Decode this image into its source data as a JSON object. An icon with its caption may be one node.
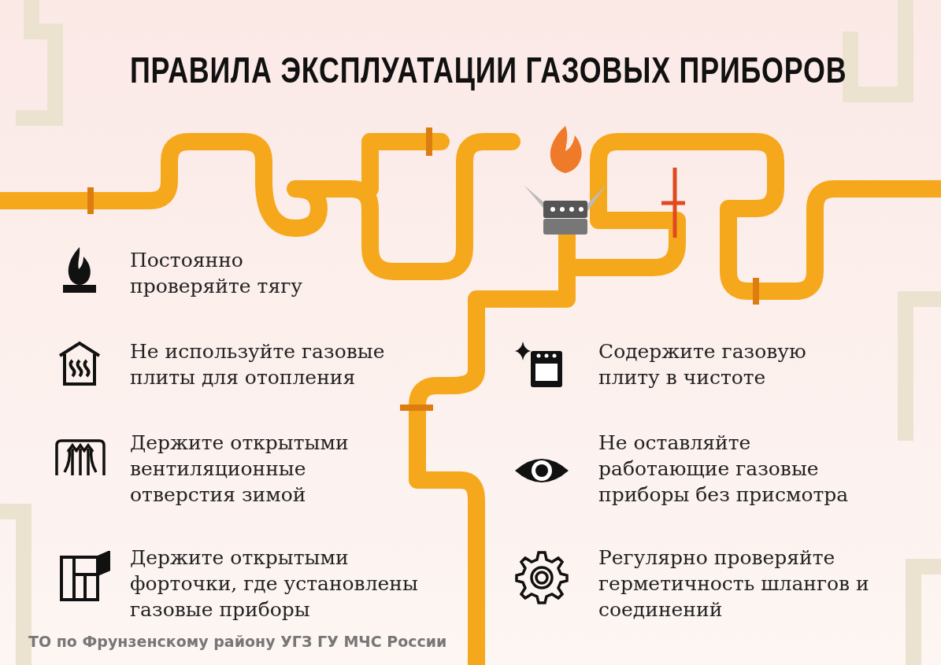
{
  "diagram": {
    "title": "ПРАВИЛА ЭКСПЛУАТАЦИИ ГАЗОВЫХ ПРИБОРОВ",
    "labels": [
      "Постоянно проверяйте тягу",
      "Не используйте газовые плиты для отопления",
      "Держите открытыми вентиляционные отверстия зимой",
      "Держите открытыми форточки, где установлены газовые приборы",
      "Содержите газовую плиту в чистоте",
      "Не оставляйте работающие газовые приборы без присмотра",
      "Регулярно проверяйте герметичность шлангов и соединений",
      "ТО по Фрунзенскому району УГЗ ГУ МЧС России"
    ]
  }
}
